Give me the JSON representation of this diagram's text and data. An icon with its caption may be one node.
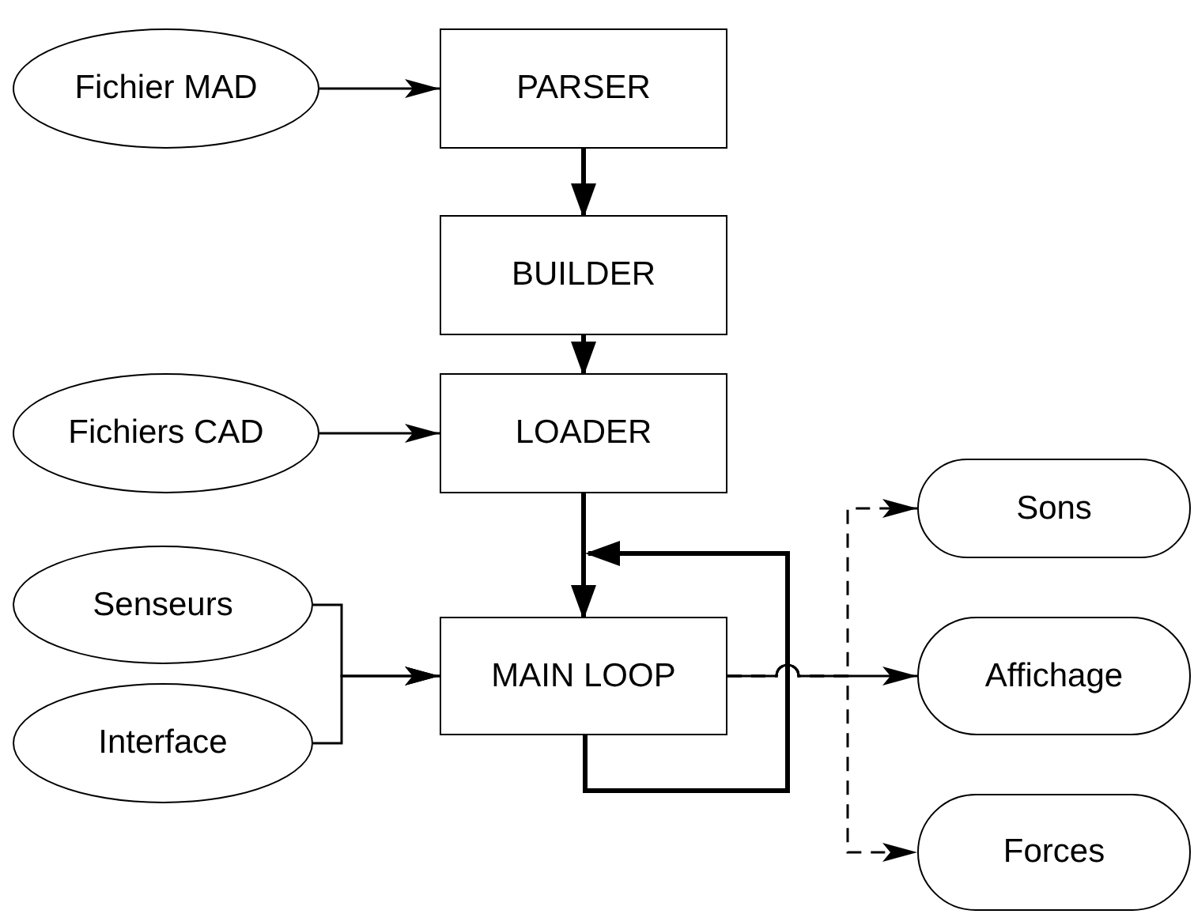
{
  "diagram": {
    "nodes": [
      {
        "text": [
          "Fichier MAD"
        ]
      },
      {
        "text": [
          "PARSER"
        ]
      },
      {
        "text": [
          "BUILDER"
        ]
      },
      {
        "text": [
          "Fichiers CAD"
        ]
      },
      {
        "text": [
          "LOADER"
        ]
      },
      {
        "text": [
          "Senseurs"
        ]
      },
      {
        "text": [
          "Interface"
        ]
      },
      {
        "text": [
          "MAIN LOOP"
        ]
      },
      {
        "text": [
          "Sons"
        ]
      },
      {
        "text": [
          "Affichage"
        ]
      },
      {
        "text": [
          "Forces"
        ]
      }
    ],
    "edges": [
      {
        "from": 0,
        "to": 1,
        "arrow": "to"
      },
      {
        "from": 1,
        "to": 2,
        "arrow": "to",
        "style": "thick"
      },
      {
        "from": 2,
        "to": 4,
        "arrow": "to",
        "style": "thick"
      },
      {
        "from": 3,
        "to": 4,
        "arrow": "to"
      },
      {
        "from": 4,
        "to": 7,
        "arrow": "to",
        "style": "thick"
      },
      {
        "from": 7,
        "to": 7,
        "arrow": "to",
        "style": "thick"
      },
      {
        "from": 5,
        "to": 7,
        "arrow": "to"
      },
      {
        "from": 6,
        "to": 7,
        "arrow": "to"
      },
      {
        "from": 7,
        "to": 8,
        "arrow": "to",
        "style": "dashed"
      },
      {
        "from": 7,
        "to": 10,
        "arrow": "to",
        "style": "dashed"
      },
      {
        "from": 7,
        "to": 9,
        "arrow": "to"
      }
    ]
  }
}
